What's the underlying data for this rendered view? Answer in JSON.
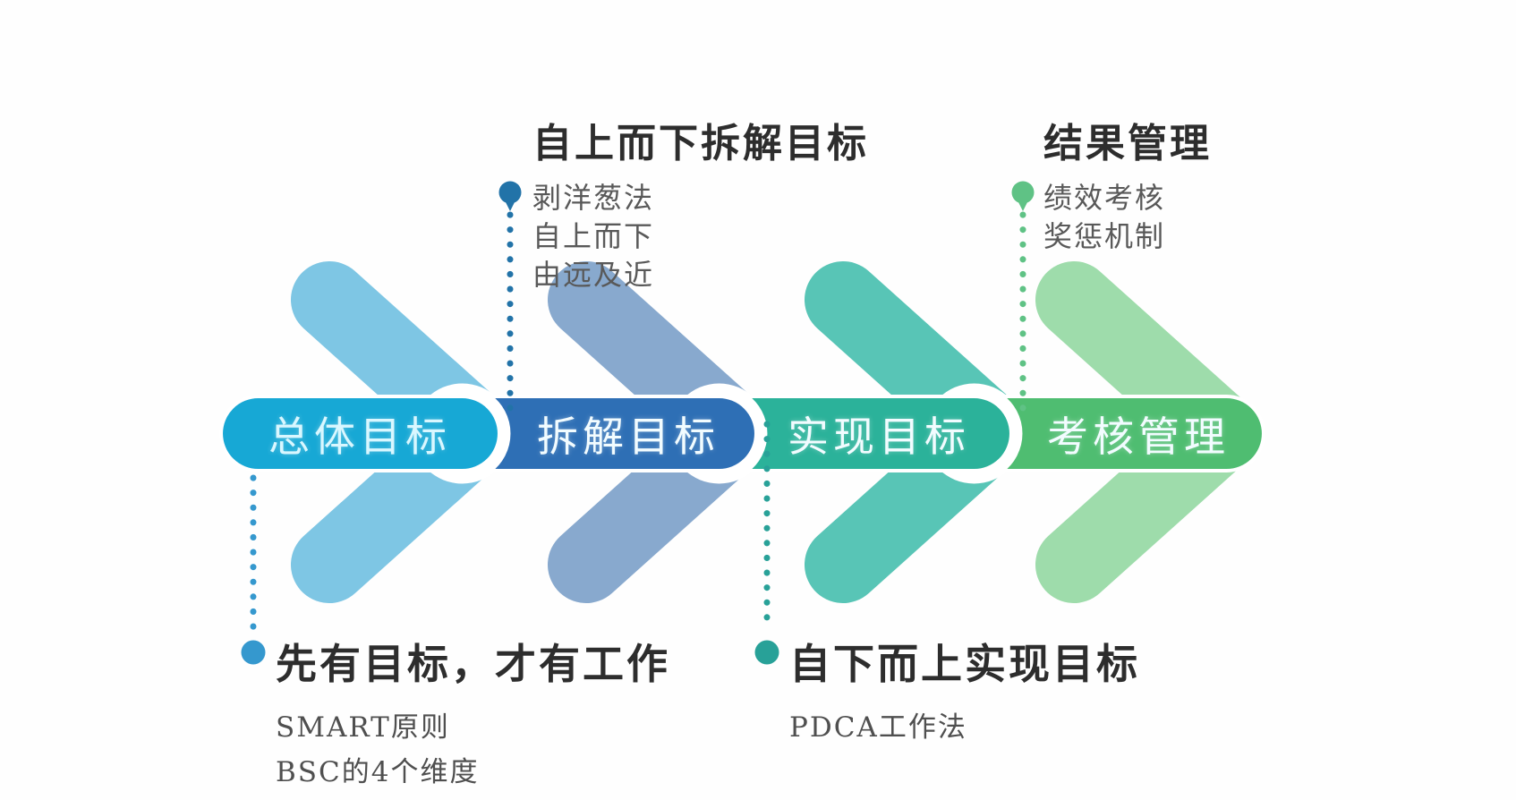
{
  "stages": [
    {
      "label": "总体目标",
      "pill_color": "#17a8d5",
      "arrow_color": "#7ec6e4"
    },
    {
      "label": "拆解目标",
      "pill_color": "#2e6fb5",
      "arrow_color": "#88a9ce"
    },
    {
      "label": "实现目标",
      "pill_color": "#2bb29a",
      "arrow_color": "#58c5b6"
    },
    {
      "label": "考核管理",
      "pill_color": "#4fbd71",
      "arrow_color": "#9edcab"
    }
  ],
  "annotations": {
    "top_middle": {
      "title": "自上而下拆解目标",
      "items": [
        "剥洋葱法",
        "自上而下",
        "由远及近"
      ],
      "accent_color": "#2273a8"
    },
    "top_right": {
      "title": "结果管理",
      "items": [
        "绩效考核",
        "奖惩机制"
      ],
      "accent_color": "#5fc285"
    },
    "bottom_left": {
      "title": "先有目标，才有工作",
      "items": [
        "SMART原则",
        "BSC的4个维度"
      ],
      "accent_color": "#3598ce"
    },
    "bottom_middle": {
      "title": "自下而上实现目标",
      "items": [
        "PDCA工作法"
      ],
      "accent_color": "#28a198"
    }
  }
}
